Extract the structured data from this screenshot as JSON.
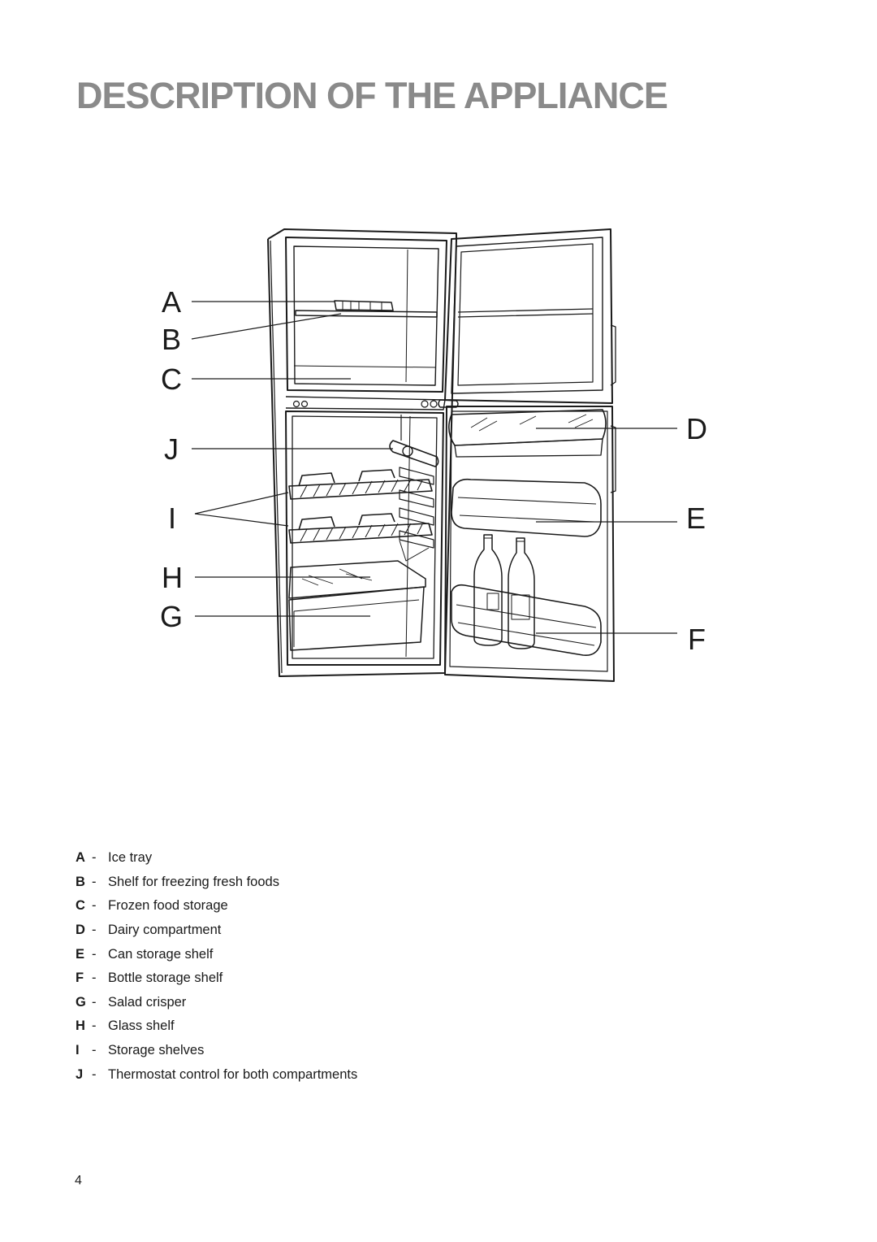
{
  "page": {
    "title": "DESCRIPTION OF THE APPLIANCE",
    "page_number": "4"
  },
  "figure": {
    "callouts": {
      "A": "A",
      "B": "B",
      "C": "C",
      "D": "D",
      "E": "E",
      "F": "F",
      "G": "G",
      "H": "H",
      "I": "I",
      "J": "J"
    },
    "colors": {
      "ink": "#1a1a1a",
      "title": "#8a8a8a"
    }
  },
  "legend": [
    {
      "key": "A",
      "sep": "-",
      "text": "Ice tray"
    },
    {
      "key": "B",
      "sep": "-",
      "text": "Shelf for freezing fresh foods"
    },
    {
      "key": "C",
      "sep": "-",
      "text": "Frozen food storage"
    },
    {
      "key": "D",
      "sep": "-",
      "text": "Dairy compartment"
    },
    {
      "key": "E",
      "sep": "-",
      "text": "Can storage shelf"
    },
    {
      "key": "F",
      "sep": "-",
      "text": "Bottle storage shelf"
    },
    {
      "key": "G",
      "sep": "-",
      "text": "Salad crisper"
    },
    {
      "key": "H",
      "sep": "-",
      "text": "Glass shelf"
    },
    {
      "key": "I",
      "sep": "-",
      "text": "Storage shelves"
    },
    {
      "key": "J",
      "sep": "-",
      "text": "Thermostat control for both compartments"
    }
  ]
}
